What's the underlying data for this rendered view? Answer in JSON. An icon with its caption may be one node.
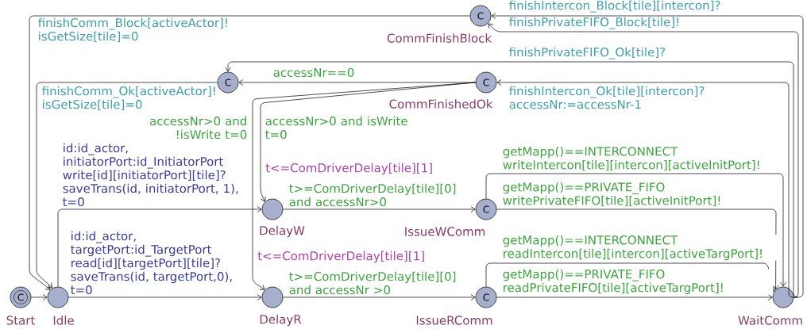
{
  "diagram": {
    "nodes": [
      {
        "text": [
          "C"
        ],
        "beside": [
          "CommFinishBlock"
        ]
      },
      {
        "text": [
          "C"
        ]
      },
      {
        "text": [
          "C"
        ],
        "beside": [
          "CommFinishedOk"
        ]
      },
      {
        "text": [],
        "shape": "circle",
        "beside": [
          "t<=ComDriverDelay[tile][1]",
          "DelayW"
        ]
      },
      {
        "text": [
          "C"
        ],
        "beside": [
          "IssueWComm"
        ]
      },
      {
        "text": [
          "C"
        ],
        "beside": [
          "Start"
        ]
      },
      {
        "text": [],
        "shape": "circle",
        "beside": [
          "Idle"
        ]
      },
      {
        "text": [],
        "shape": "circle",
        "beside": [
          "t<=ComDriverDelay[tile][1]",
          "DelayR"
        ]
      },
      {
        "text": [
          "C"
        ],
        "beside": [
          "IssueRComm"
        ]
      },
      {
        "text": [],
        "shape": "circle",
        "beside": [
          "WaitComm"
        ]
      }
    ],
    "edges": [
      {
        "from": 9,
        "to": 0,
        "arrow": "to",
        "label": "finishIntercon_Block[tile][intercon]?"
      },
      {
        "from": 9,
        "to": 0,
        "arrow": "to",
        "label": "finishPrivateFIFO_Block[tile]!"
      },
      {
        "from": 9,
        "to": 1,
        "arrow": "to",
        "label": "finishPrivateFIFO_Ok[tile]?"
      },
      {
        "from": 9,
        "to": 2,
        "arrow": "to",
        "label": "finishIntercon_Ok[tile][intercon]? accessNr:=accessNr-1"
      },
      {
        "from": 2,
        "to": 1,
        "arrow": "to",
        "label": "accessNr==0"
      },
      {
        "from": 2,
        "to": 7,
        "arrow": "to",
        "label": "accessNr>0 and !isWrite t=0"
      },
      {
        "from": 2,
        "to": 3,
        "arrow": "to",
        "label": "accessNr>0 and isWrite t=0"
      },
      {
        "from": 0,
        "to": 6,
        "arrow": "to",
        "label": "finishComm_Block[activeActor]! isGetSize[tile]=0"
      },
      {
        "from": 1,
        "to": 6,
        "arrow": "to",
        "label": "finishComm_Ok[activeActor]! isGetSize[tile]=0"
      },
      {
        "from": 6,
        "to": 3,
        "arrow": "to",
        "label": "id:id_actor, initiatorPort:id_InitiatorPort write[id][initiatorPort][tile]? saveTrans(id, initiatorPort, 1), t=0"
      },
      {
        "from": 6,
        "to": 7,
        "arrow": "to",
        "label": "id:id_actor, targetPort:id_TargetPort read[id][targetPort][tile]? saveTrans(id, targetPort,0), t=0"
      },
      {
        "from": 3,
        "to": 4,
        "arrow": "to",
        "label": "t>=ComDriverDelay[tile][0] and accessNr>0"
      },
      {
        "from": 7,
        "to": 8,
        "arrow": "to",
        "label": "t>=ComDriverDelay[tile][0] and accessNr >0"
      },
      {
        "from": 4,
        "to": 9,
        "arrow": "to",
        "label": "getMapp()==INTERCONNECT writeIntercon[tile][intercon][activeInitPort]!"
      },
      {
        "from": 4,
        "to": 9,
        "arrow": "to",
        "label": "getMapp()==PRIVATE_FIFO writePrivateFIFO[tile][activeInitPort]!"
      },
      {
        "from": 8,
        "to": 9,
        "arrow": "to",
        "label": "getMapp()==INTERCONNECT readIntercon[tile][intercon][activeTargPort]!"
      },
      {
        "from": 8,
        "to": 9,
        "arrow": "to",
        "label": "getMapp()==PRIVATE_FIFO readPrivateFIFO[tile][activeTargPort]!"
      },
      {
        "from": 5,
        "to": 6,
        "arrow": "to"
      }
    ]
  }
}
